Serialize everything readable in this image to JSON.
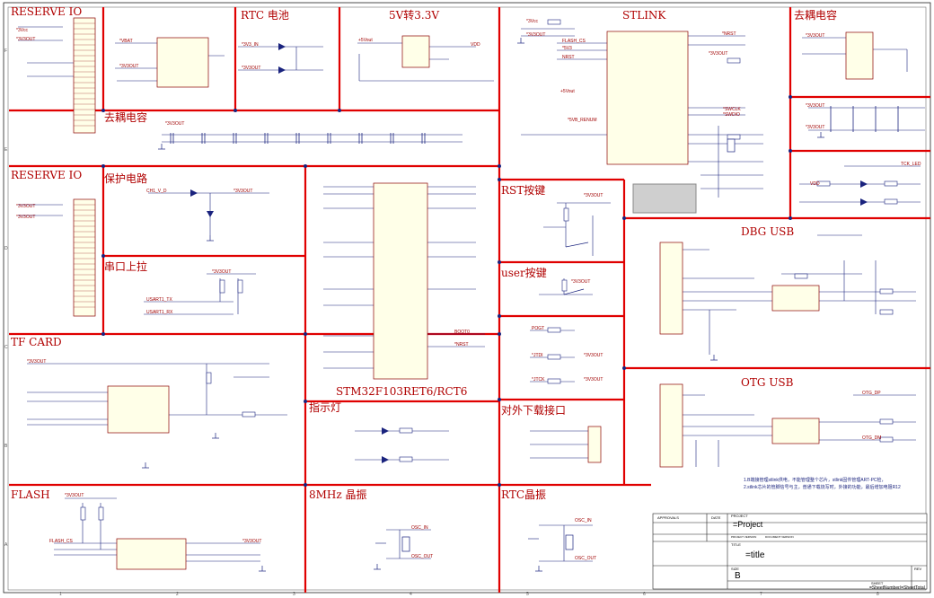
{
  "sheet": {
    "sections": [
      {
        "id": "reserve-io-top",
        "label": "RESERVE IO"
      },
      {
        "id": "rtc-power",
        "label": "RTC 电池"
      },
      {
        "id": "ldo",
        "label": "5V转3.3V"
      },
      {
        "id": "stlink",
        "label": "STLINK"
      },
      {
        "id": "decoupling-right",
        "label": "去耦电容"
      },
      {
        "id": "decoupling-mid",
        "label": "去耦电容"
      },
      {
        "id": "reserve-io-mid",
        "label": "RESERVE IO"
      },
      {
        "id": "protection",
        "label": "保护电路"
      },
      {
        "id": "serial-pullup",
        "label": "串口上拉"
      },
      {
        "id": "rst-key",
        "label": "RST按键"
      },
      {
        "id": "user-key",
        "label": "user按键"
      },
      {
        "id": "dbg-usb",
        "label": "DBG USB"
      },
      {
        "id": "tf-card",
        "label": "TF CARD"
      },
      {
        "id": "mcu",
        "label": "STM32F103RET6/RCT6"
      },
      {
        "id": "indicator",
        "label": "指示灯"
      },
      {
        "id": "download-port",
        "label": "对外下载接口"
      },
      {
        "id": "otg-usb",
        "label": "OTG USB"
      },
      {
        "id": "flash",
        "label": "FLASH"
      },
      {
        "id": "osc-8m",
        "label": "8MHz 晶振"
      },
      {
        "id": "osc-rtc",
        "label": "RTC晶振"
      }
    ],
    "net_labels": [
      "*3Vcc",
      "*3V3OUT",
      "*VBAT",
      "*3V3OUT",
      "*3V3_IN",
      "*3V3OUT",
      "+5Vout",
      "VDD",
      "*3V3OUT",
      "*3Vcc",
      "*3V3OUT",
      "*NRST",
      "FLASH_CS",
      "*5V3",
      "NRST",
      "*3V3OUT",
      "*5VB_RENUM",
      "+5Vout",
      "*SWCLK",
      "*SWDIO",
      "*3V3OUT",
      "*3V3OUT",
      "*3V3OUT",
      "TCK_LED",
      "VDD",
      "*3V3OUT",
      "CH1_V_D",
      "*3V3OUT",
      "*3V3OUT",
      "*3V3OUT",
      "USART1_TX",
      "USART1_RX",
      "*3V3OUT",
      "*3V3OUT",
      "POGT",
      "*3V3OUT",
      "*JTDI",
      "*3V3OUT",
      "*JTCK",
      "BOOT0",
      "*NRST",
      "*3V3OUT",
      "OTG_DP",
      "OTG_DM",
      "*3V3OUT",
      "FLASH_CS",
      "*3V3OUT",
      "OSC_IN",
      "OSC_OUT",
      "OSC_IN",
      "OSC_OUT"
    ],
    "notes": [
      "1.B端接管理stlink供电，不能管理整个芯片，stlink固件管理ART-PC检，",
      "2.stlink芯片的管脚信号与主，普通下载烧写时，外接的功能，最后增加电阻R12"
    ]
  },
  "title_block": {
    "approvals": "APPROVALS",
    "date": "DATE",
    "project": "PROJECT",
    "project_value": "=Project",
    "project_version": "PROJECT VERSION",
    "document_version": "DOCUMENT VERSION",
    "title": "TITLE",
    "title_value": "=title",
    "size": "SIZE",
    "size_value": "B",
    "rev": "REV",
    "sheet": "SHEET",
    "sheet_value": "=SheetNumber/=SheetTotal",
    "col_markers": [
      "1",
      "2",
      "3",
      "4",
      "5",
      "6",
      "7",
      "8"
    ],
    "row_markers": [
      "F",
      "E",
      "D",
      "C",
      "B",
      "A"
    ]
  }
}
